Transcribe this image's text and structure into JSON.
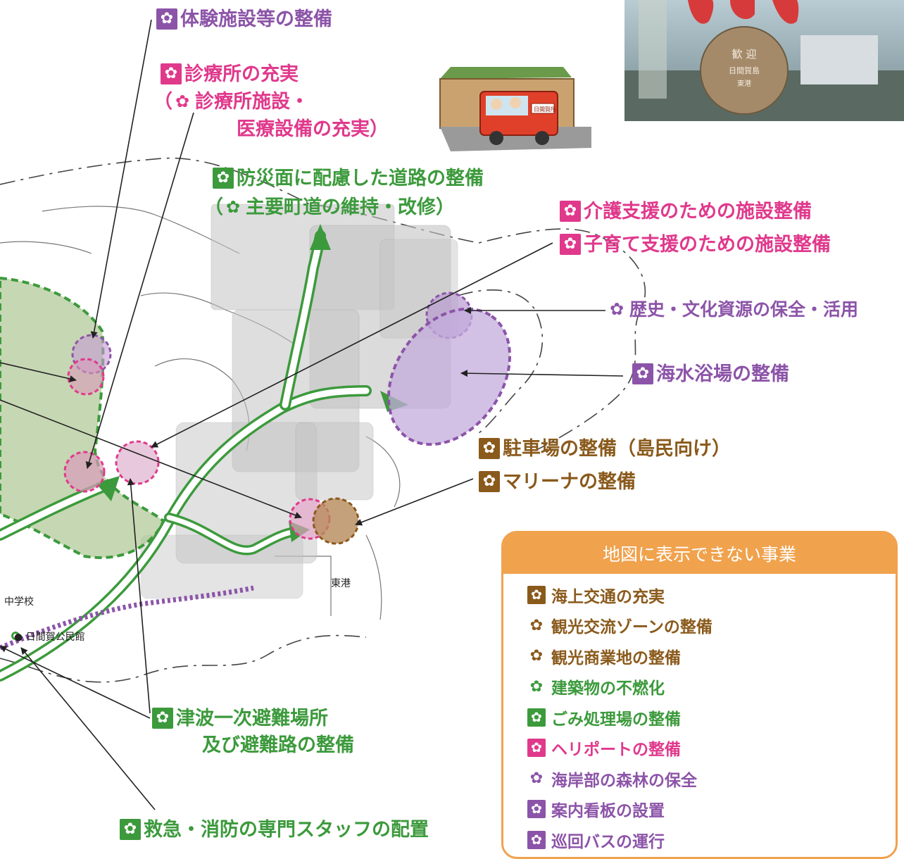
{
  "colors": {
    "green": "#3c9a3c",
    "pink": "#e0398c",
    "purple": "#8c54a8",
    "brown": "#8a5a1c",
    "orange": "#f0a24d",
    "black": "#222222"
  },
  "callouts": {
    "experience": "体験施設等の整備",
    "clinic_1": "診療所の充実",
    "clinic_2": "（",
    "clinic_3": "診療所施設・",
    "clinic_4": "医療設備の充実）",
    "road_1": "防災面に配慮した道路の整備",
    "road_2": "（",
    "road_3": "主要町道の維持・改修）",
    "care": "介護支援のための施設整備",
    "child": "子育て支援のための施設整備",
    "history": "歴史・文化資源の保全・活用",
    "beach": "海水浴場の整備",
    "parking": "駐車場の整備（島民向け）",
    "marina": "マリーナの整備",
    "tsunami_1": "津波一次避難場所",
    "tsunami_2": "及び避難路の整備",
    "emergency": "救急・消防の専門スタッフの配置"
  },
  "place_labels": {
    "east_port": "東港",
    "junior_high": "中学校",
    "community_hall": "日間賀公民館"
  },
  "photo_sign": {
    "line1": "歓 迎",
    "line2": "日間賀島",
    "line3": "東港"
  },
  "truck_sign": "日間賀所",
  "legend": {
    "title": "地図に表示できない事業",
    "items": [
      {
        "label": "海上交通の充実",
        "color": "brown",
        "icon": "boxed-gear-icon"
      },
      {
        "label": "観光交流ゾーンの整備",
        "color": "brown",
        "icon": "gear-icon"
      },
      {
        "label": "観光商業地の整備",
        "color": "brown",
        "icon": "gear-icon"
      },
      {
        "label": "建築物の不燃化",
        "color": "green",
        "icon": "gear-icon"
      },
      {
        "label": "ごみ処理場の整備",
        "color": "green",
        "icon": "boxed-gear-icon"
      },
      {
        "label": "ヘリポートの整備",
        "color": "pink",
        "icon": "boxed-gear-icon"
      },
      {
        "label": "海岸部の森林の保全",
        "color": "purple",
        "icon": "gear-icon"
      },
      {
        "label": "案内看板の設置",
        "color": "purple",
        "icon": "boxed-gear-icon"
      },
      {
        "label": "巡回バスの運行",
        "color": "purple",
        "icon": "boxed-gear-icon"
      }
    ]
  }
}
